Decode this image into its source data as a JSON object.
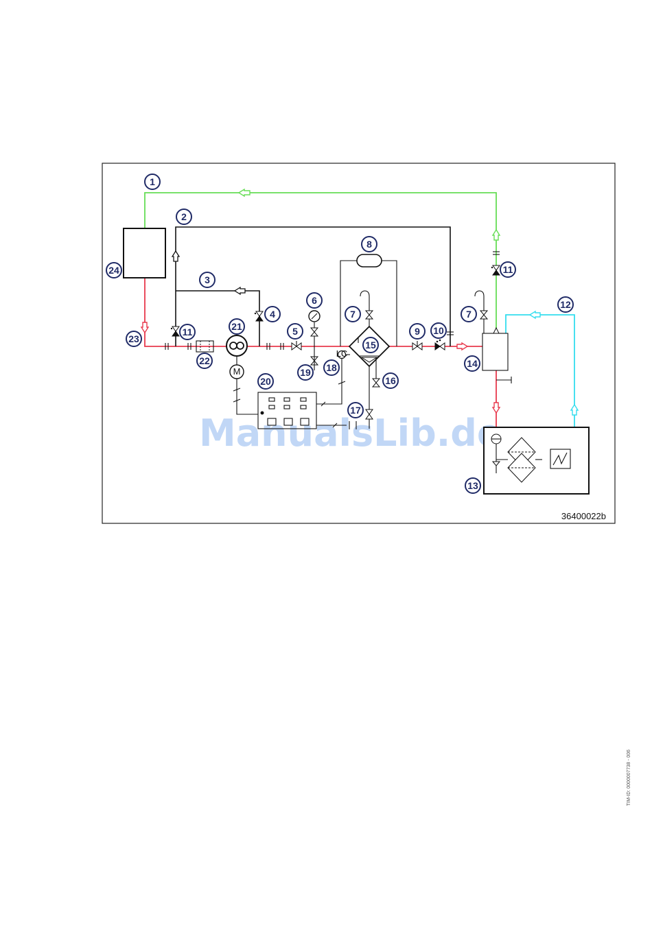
{
  "diagram": {
    "figure_code": "36400022b",
    "watermark": "ManualsLib.de",
    "side_id": "TIM-ID: 0000007738 - 006",
    "line_colors": {
      "supply": "#e8394d",
      "return": "#66dd55",
      "cooling": "#33ddee",
      "line": "#111111"
    },
    "callouts": [
      {
        "n": "1"
      },
      {
        "n": "2"
      },
      {
        "n": "3"
      },
      {
        "n": "4"
      },
      {
        "n": "5"
      },
      {
        "n": "6"
      },
      {
        "n": "7"
      },
      {
        "n": "7"
      },
      {
        "n": "8"
      },
      {
        "n": "9"
      },
      {
        "n": "10"
      },
      {
        "n": "11"
      },
      {
        "n": "11"
      },
      {
        "n": "12"
      },
      {
        "n": "13"
      },
      {
        "n": "14"
      },
      {
        "n": "15"
      },
      {
        "n": "16"
      },
      {
        "n": "17"
      },
      {
        "n": "18"
      },
      {
        "n": "19"
      },
      {
        "n": "20"
      },
      {
        "n": "21"
      },
      {
        "n": "22"
      },
      {
        "n": "23"
      },
      {
        "n": "24"
      }
    ]
  }
}
